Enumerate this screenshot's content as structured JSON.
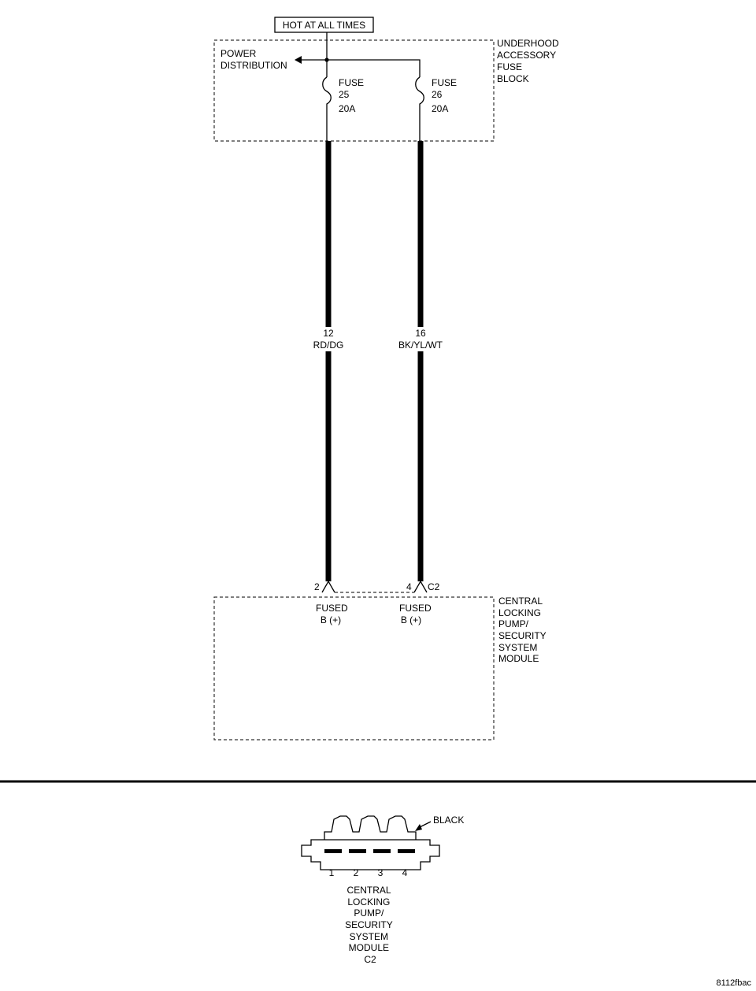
{
  "header": {
    "hot_label": "HOT AT ALL TIMES"
  },
  "fuse_block": {
    "name_lines": [
      "UNDERHOOD",
      "ACCESSORY",
      "FUSE",
      "BLOCK"
    ],
    "power_lines": [
      "POWER",
      "DISTRIBUTION"
    ],
    "fuses": [
      {
        "lines": [
          "FUSE",
          "25",
          "20A"
        ]
      },
      {
        "lines": [
          "FUSE",
          "26",
          "20A"
        ]
      }
    ]
  },
  "wires": [
    {
      "gauge": "12",
      "color": "RD/DG",
      "pin": "2"
    },
    {
      "gauge": "16",
      "color": "BK/YL/WT",
      "pin": "4"
    }
  ],
  "connector_id": "C2",
  "module": {
    "name_lines": [
      "CENTRAL",
      "LOCKING",
      "PUMP/",
      "SECURITY",
      "SYSTEM",
      "MODULE"
    ],
    "pins": [
      {
        "lines": [
          "FUSED",
          "B (+)"
        ]
      },
      {
        "lines": [
          "FUSED",
          "B (+)"
        ]
      }
    ]
  },
  "connector_view": {
    "color_label": "BLACK",
    "pin_numbers": [
      "1",
      "2",
      "3",
      "4"
    ],
    "caption_lines": [
      "CENTRAL",
      "LOCKING",
      "PUMP/",
      "SECURITY",
      "SYSTEM",
      "MODULE",
      "C2"
    ]
  },
  "figure_id": "8112fbac"
}
